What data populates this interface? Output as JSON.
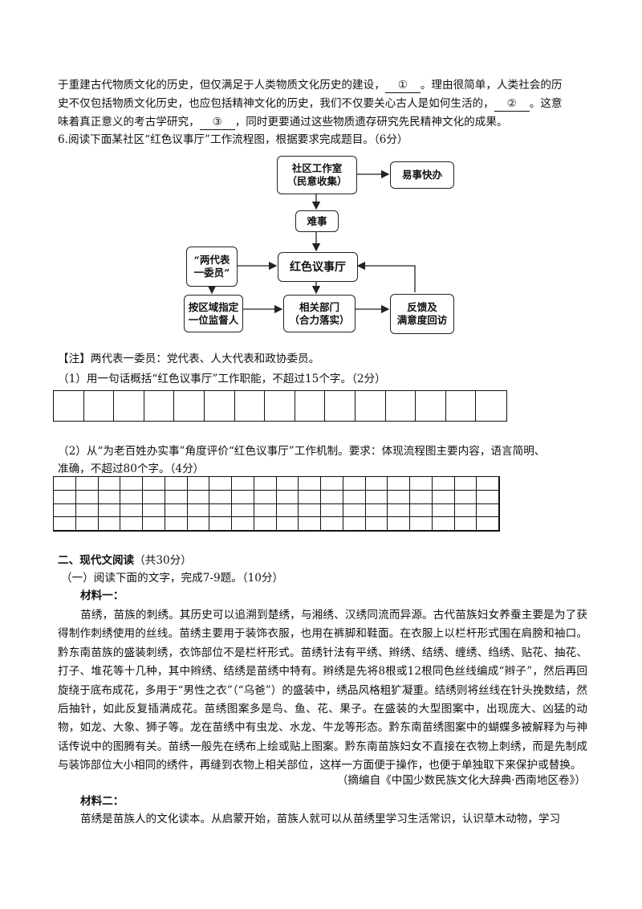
{
  "intro": {
    "line1_a": "于重建古代物质文化的历史，但仅满足于人类物质文化历史的建设，",
    "blank1": "①",
    "line1_b": "。理由很简单，人类社会的历",
    "line2_a": "史不仅包括物质文化历史，也应包括精神文化的历史，我们不仅要关心古人是如何生活的，",
    "blank2": "②",
    "line2_b": "。这意",
    "line3_a": "味着真正意义的考古学研究，",
    "blank3": "③",
    "line3_b": "，同时更要通过这些物质遗存研究先民精神文化的成果。"
  },
  "q6": {
    "title": "6.阅读下面某社区“红色议事厅”工作流程图，根据要求完成题目。（6分）",
    "flow": {
      "office_line1": "社区工作室",
      "office_line2": "（民意收集）",
      "easy": "易事快办",
      "hard": "难事",
      "reps_line1": "“两代表",
      "reps_line2": "一委员”",
      "hall": "红色议事厅",
      "supervisor_line1": "按区域指定",
      "supervisor_line2": "一位监督人",
      "dept_line1": "相关部门",
      "dept_line2": "（合力落实）",
      "feedback_line1": "反馈及",
      "feedback_line2": "满意度回访"
    },
    "note": "【注】两代表一委员：党代表、人大代表和政协委员。",
    "sub1": "（1）用一句话概括“红色议事厅”工作职能，不超过15个字。（2分）",
    "sub2_line1": "（2）从“为老百姓办实事”角度评价“红色议事厅”工作机制。要求：体现流程图主要内容，语言简明、",
    "sub2_line2": "准确，不超过80个字。（4分）"
  },
  "section2": {
    "heading": "二、现代文阅读",
    "heading_points": "（共30分）",
    "part1": "（一）阅读下面的文字，完成7-9题。（10分）",
    "material1_label": "材料一：",
    "material1_text": "苗绣，苗族的刺绣。其历史可以追溯到楚绣，与湘绣、汉绣同流而异源。古代苗族妇女养蚕主要是为了获得制作刺绣使用的丝线。苗绣主要用于装饰衣服，也用在裤脚和鞋面。在衣服上以栏杆形式围在肩膀和袖口。黔东南苗族的盛装刺绣，衣饰部位不是栏杆形式。苗绣针法有平绣、辫绣、结绣、缠绣、绉绣、贴花、抽花、打子、堆花等十几种，其中辫绣、结绣是苗绣中特有。辫绣是先将8根或12根同色丝线编成“辫子”，然后再回旋绕于底布成花，多用于“男性之衣”（“乌爸”）的盛装中，绣品风格粗犷凝重。结绣则将丝线在针头挽数结，然后抽针，如此反复插满成花。苗绣图案多是鸟、鱼、花、果子。在盛装的大型图案中，出现庞大、凶猛的动物，如龙、大象、狮子等。龙在苗绣中有虫龙、水龙、牛龙等形态。黔东南苗绣图案中的蝴蝶多被解释为与神话传说中的图腾有关。苗绣一般先在绣布上绘或贴上图案。黔东南苗族妇女不直接在衣物上刺绣，而是先制成与装饰部位大小相同的绣件，再缝到衣物上相关部位，这样一方面便于操作，也便于单独取下来保护或替换。",
    "material1_source": "（摘编自《中国少数民族文化大辞典·西南地区卷》）",
    "material2_label": "材料二：",
    "material2_text": "苗绣是苗族人的文化读本。从启蒙开始，苗族人就可以从苗绣里学习生活常识，认识草木动物，学习"
  }
}
